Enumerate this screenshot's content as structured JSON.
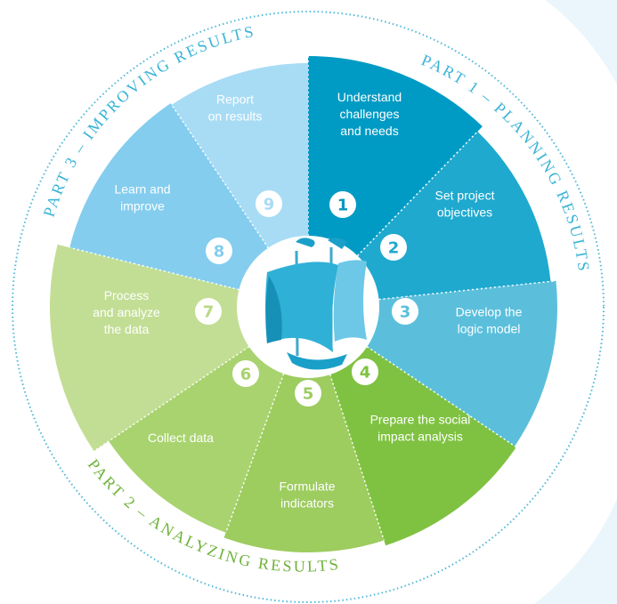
{
  "parts": {
    "part1": "PART 1 – PLANNING RESULTS",
    "part2": "PART 2 – ANALYZING RESULTS",
    "part3": "PART 3 – IMPROVING RESULTS"
  },
  "colors": {
    "part_title": "#3ab4d6",
    "part2_title": "#6fb23b",
    "outer_ring_dots": "#4fb8d8",
    "wheel_bg": "#ffffff",
    "hub_bg": "#ffffff",
    "badge_bg": "#ffffff",
    "divider": "#ffffff"
  },
  "steps": [
    {
      "number": "1",
      "lines": [
        "Understand",
        "challenges",
        "and needs"
      ],
      "color": "#009bc4",
      "badge_color": "#0a97c0"
    },
    {
      "number": "2",
      "lines": [
        "Set project",
        "objectives"
      ],
      "color": "#1fa9cf",
      "badge_color": "#1fa9cf"
    },
    {
      "number": "3",
      "lines": [
        "Develop the",
        "logic model"
      ],
      "color": "#5bbfdc",
      "badge_color": "#5bbfdc"
    },
    {
      "number": "4",
      "lines": [
        "Prepare the social",
        "impact analysis"
      ],
      "color": "#7fc241",
      "badge_color": "#7fc241"
    },
    {
      "number": "5",
      "lines": [
        "Formulate",
        "indicators"
      ],
      "color": "#9dcc5f",
      "badge_color": "#9dcc5f"
    },
    {
      "number": "6",
      "lines": [
        "Collect data"
      ],
      "color": "#a9d36f",
      "badge_color": "#a9d36f"
    },
    {
      "number": "7",
      "lines": [
        "Process",
        "and analyze",
        "the data"
      ],
      "color": "#c2de95",
      "badge_color": "#b8d886"
    },
    {
      "number": "8",
      "lines": [
        "Learn and",
        "improve"
      ],
      "color": "#84cdee",
      "badge_color": "#84cdee"
    },
    {
      "number": "9",
      "lines": [
        "Report",
        "on results"
      ],
      "color": "#a8dcf5",
      "badge_color": "#a8dcf5"
    }
  ],
  "hub_icon": "sailing-ship-icon"
}
